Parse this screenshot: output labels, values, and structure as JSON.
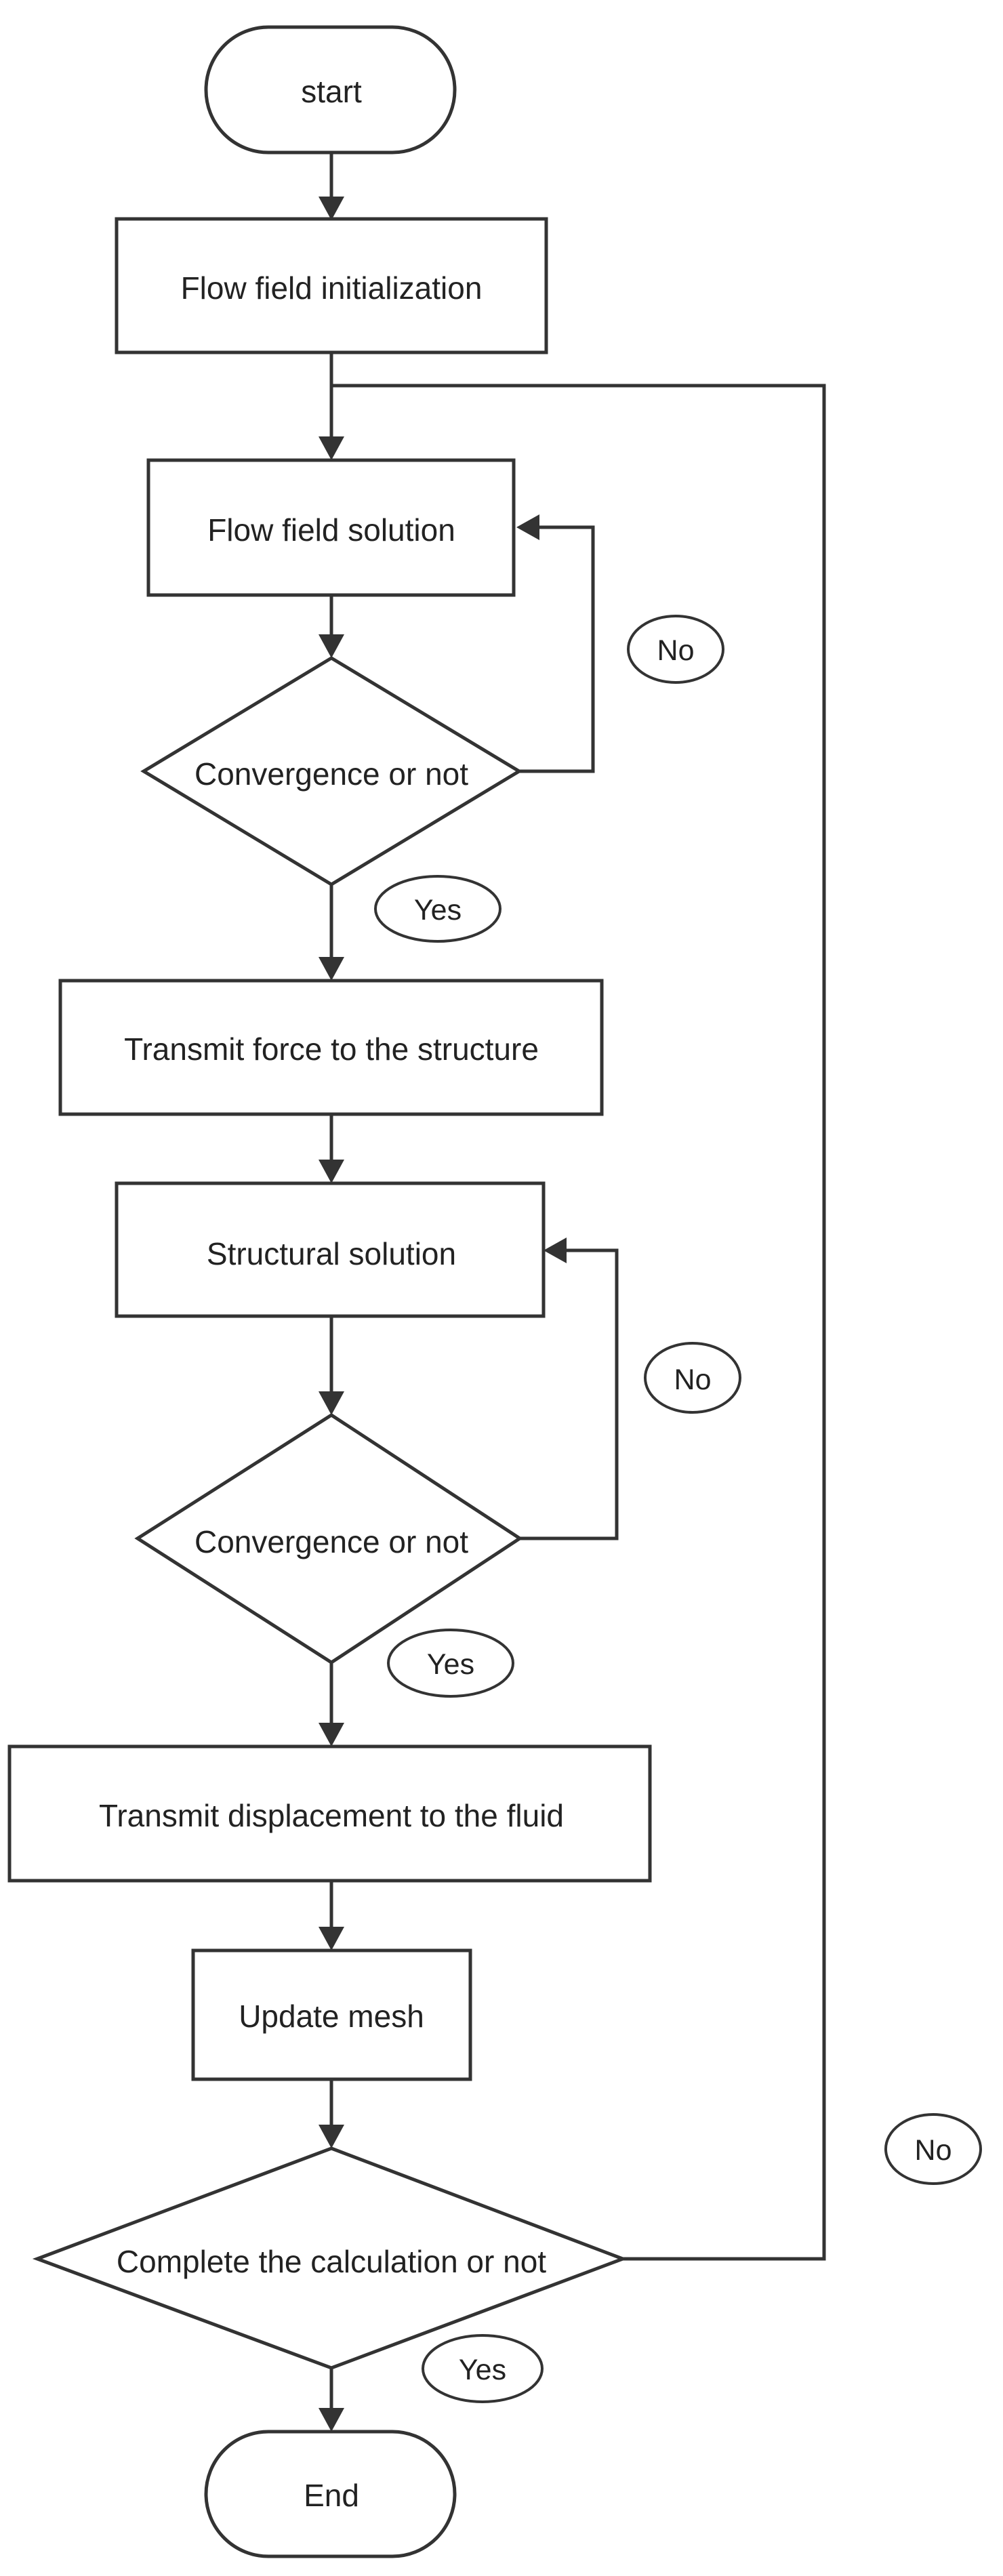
{
  "nodes": {
    "start": "start",
    "init": "Flow field initialization",
    "flow_solve": "Flow field solution",
    "conv1": "Convergence or not",
    "force": "Transmit force to the structure",
    "struct_solve": "Structural solution",
    "conv2": "Convergence or not",
    "disp": "Transmit displacement to the fluid",
    "mesh": "Update mesh",
    "complete": "Complete the calculation or not",
    "end": "End"
  },
  "labels": {
    "conv1_no": "No",
    "conv1_yes": "Yes",
    "conv2_no": "No",
    "conv2_yes": "Yes",
    "complete_no": "No",
    "complete_yes": "Yes"
  }
}
